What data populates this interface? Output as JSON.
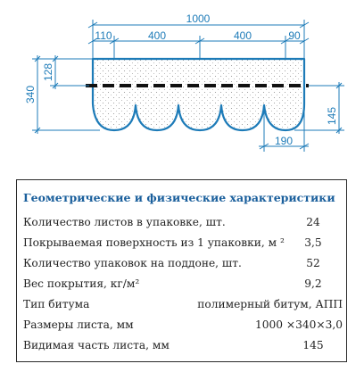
{
  "drawing": {
    "accent_color": "#1d7bb8",
    "dimensions": {
      "total_width": "1000",
      "seg_left": "110",
      "seg_mid1": "400",
      "seg_mid2": "400",
      "seg_right": "90",
      "height_total": "340",
      "height_top": "128",
      "tab_height": "145",
      "tab_width": "190"
    }
  },
  "specs": {
    "title": "Геометрические и физические характеристики",
    "rows": [
      {
        "label": "Количество листов в упаковке, шт.",
        "value": "24"
      },
      {
        "label": "Покрываемая поверхность из 1 упаковки, м ²",
        "value": "3,5"
      },
      {
        "label": "Количество упаковок на поддоне, шт.",
        "value": "52"
      },
      {
        "label": "Вес покрытия, кг/м²",
        "value": "9,2"
      },
      {
        "label": "Тип битума",
        "value": "полимерный битум, АПП"
      },
      {
        "label": "Размеры листа, мм",
        "value": "1000 ×340×3,0"
      },
      {
        "label": "Видимая часть листа, мм",
        "value": "145"
      }
    ]
  }
}
